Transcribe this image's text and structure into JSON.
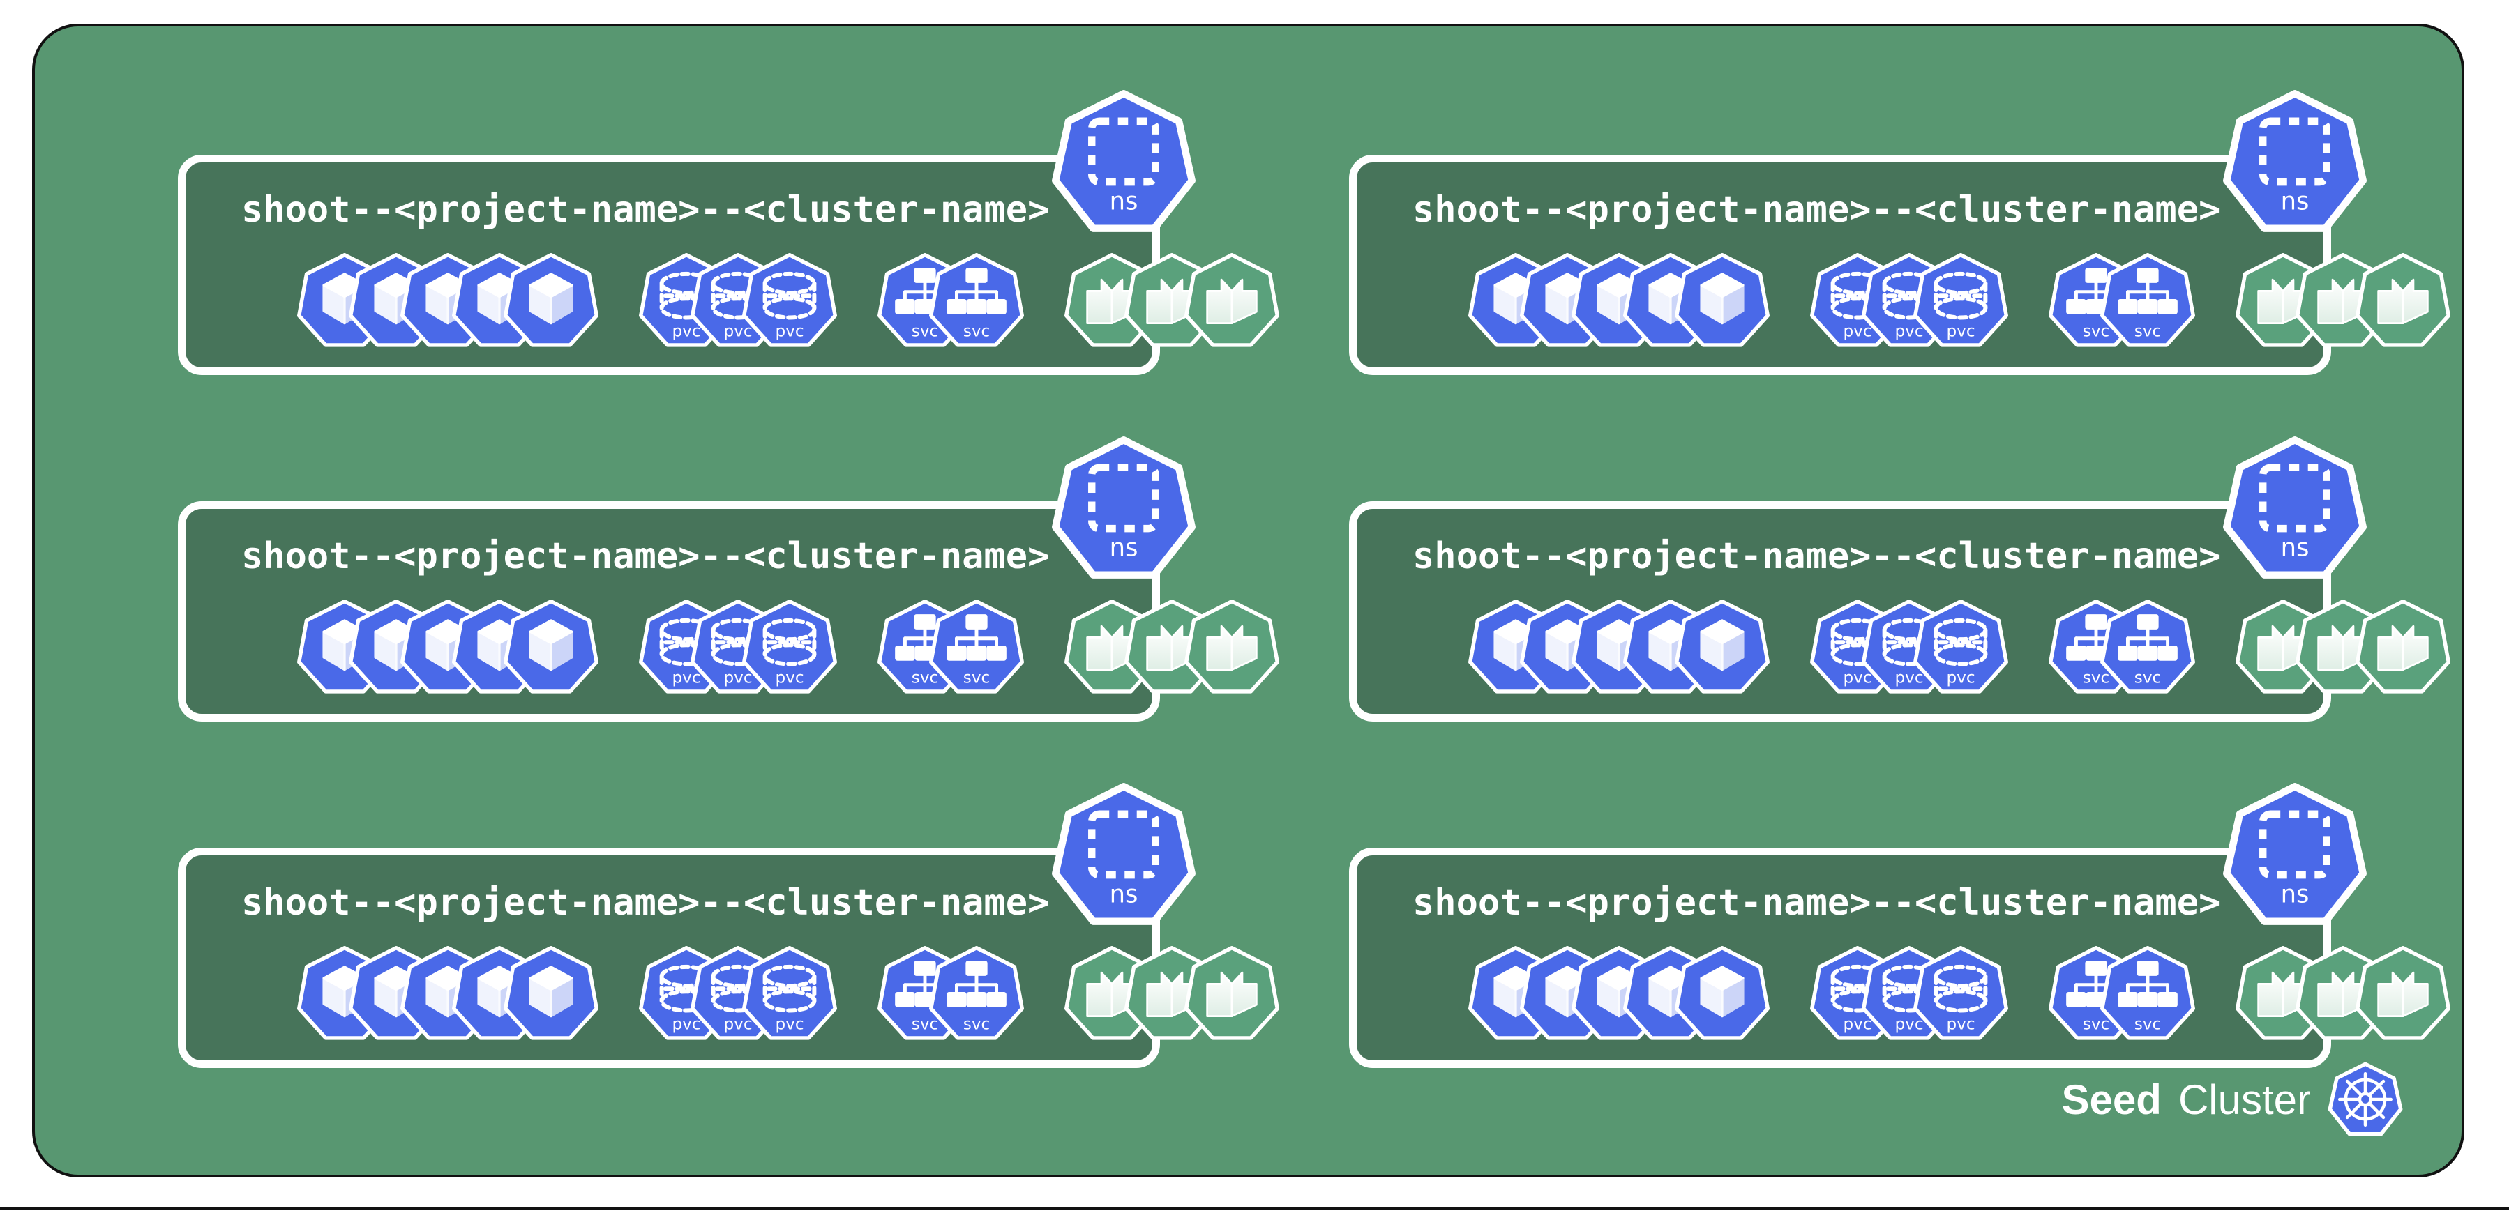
{
  "page": {
    "title": "Gardener Seed Cluster shoot namespaces diagram",
    "background_color": "#ffffff"
  },
  "seed_cluster": {
    "background_color": "#589771",
    "border_color": "#111111",
    "footer": {
      "name_bold": "Seed",
      "name_regular": "Cluster",
      "logo_icon": "kubernetes-helm-wheel-icon"
    }
  },
  "colors": {
    "outer_green": "#589771",
    "card_green": "#47745a",
    "kubernetes_blue": "#4a69e8",
    "gardener_green": "#5aa17c",
    "white": "#ffffff",
    "black": "#111111"
  },
  "legend": {
    "ns_label": "ns",
    "pvc_label": "pvc",
    "svc_label": "svc"
  },
  "shoot_namespaces": [
    {
      "title": "shoot--<project-name>--<cluster-name>",
      "ns_badge_label": "ns",
      "resources": [
        {
          "kind": "pod",
          "icon": "cube-hexagon-icon",
          "count": 5,
          "label": ""
        },
        {
          "kind": "pvc",
          "icon": "dashed-cylinder-icon",
          "count": 3,
          "label": "pvc"
        },
        {
          "kind": "service",
          "icon": "service-tree-icon",
          "count": 2,
          "label": "svc"
        },
        {
          "kind": "gardener",
          "icon": "gardener-leaf-icon",
          "count": 3,
          "label": ""
        }
      ]
    },
    {
      "title": "shoot--<project-name>--<cluster-name>",
      "ns_badge_label": "ns",
      "resources": [
        {
          "kind": "pod",
          "icon": "cube-hexagon-icon",
          "count": 5,
          "label": ""
        },
        {
          "kind": "pvc",
          "icon": "dashed-cylinder-icon",
          "count": 3,
          "label": "pvc"
        },
        {
          "kind": "service",
          "icon": "service-tree-icon",
          "count": 2,
          "label": "svc"
        },
        {
          "kind": "gardener",
          "icon": "gardener-leaf-icon",
          "count": 3,
          "label": ""
        }
      ]
    },
    {
      "title": "shoot--<project-name>--<cluster-name>",
      "ns_badge_label": "ns",
      "resources": [
        {
          "kind": "pod",
          "icon": "cube-hexagon-icon",
          "count": 5,
          "label": ""
        },
        {
          "kind": "pvc",
          "icon": "dashed-cylinder-icon",
          "count": 3,
          "label": "pvc"
        },
        {
          "kind": "service",
          "icon": "service-tree-icon",
          "count": 2,
          "label": "svc"
        },
        {
          "kind": "gardener",
          "icon": "gardener-leaf-icon",
          "count": 3,
          "label": ""
        }
      ]
    },
    {
      "title": "shoot--<project-name>--<cluster-name>",
      "ns_badge_label": "ns",
      "resources": [
        {
          "kind": "pod",
          "icon": "cube-hexagon-icon",
          "count": 5,
          "label": ""
        },
        {
          "kind": "pvc",
          "icon": "dashed-cylinder-icon",
          "count": 3,
          "label": "pvc"
        },
        {
          "kind": "service",
          "icon": "service-tree-icon",
          "count": 2,
          "label": "svc"
        },
        {
          "kind": "gardener",
          "icon": "gardener-leaf-icon",
          "count": 3,
          "label": ""
        }
      ]
    },
    {
      "title": "shoot--<project-name>--<cluster-name>",
      "ns_badge_label": "ns",
      "resources": [
        {
          "kind": "pod",
          "icon": "cube-hexagon-icon",
          "count": 5,
          "label": ""
        },
        {
          "kind": "pvc",
          "icon": "dashed-cylinder-icon",
          "count": 3,
          "label": "pvc"
        },
        {
          "kind": "service",
          "icon": "service-tree-icon",
          "count": 2,
          "label": "svc"
        },
        {
          "kind": "gardener",
          "icon": "gardener-leaf-icon",
          "count": 3,
          "label": ""
        }
      ]
    },
    {
      "title": "shoot--<project-name>--<cluster-name>",
      "ns_badge_label": "ns",
      "resources": [
        {
          "kind": "pod",
          "icon": "cube-hexagon-icon",
          "count": 5,
          "label": ""
        },
        {
          "kind": "pvc",
          "icon": "dashed-cylinder-icon",
          "count": 3,
          "label": "pvc"
        },
        {
          "kind": "service",
          "icon": "service-tree-icon",
          "count": 2,
          "label": "svc"
        },
        {
          "kind": "gardener",
          "icon": "gardener-leaf-icon",
          "count": 3,
          "label": ""
        }
      ]
    }
  ]
}
